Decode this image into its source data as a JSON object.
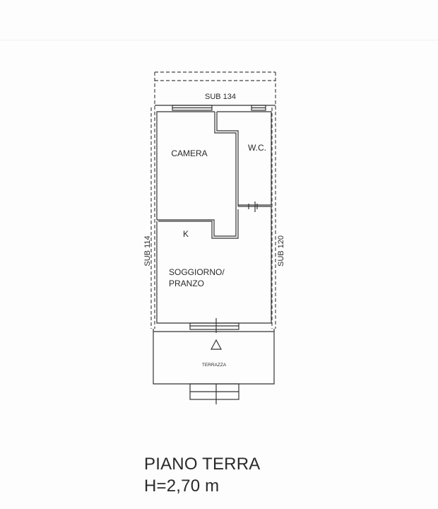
{
  "plan": {
    "top_neighbor": "SUB 134",
    "left_neighbor": "SUB 114",
    "right_neighbor": "SUB 120",
    "rooms": {
      "camera": "CAMERA",
      "wc": "W.C.",
      "kitchen": "K",
      "living_line1": "SOGGIORNO/",
      "living_line2": "PRANZO",
      "terrace": "TERRAZZA"
    },
    "entrance_symbol": "△"
  },
  "caption": {
    "floor": "PIANO TERRA",
    "height": "H=2,70 m"
  },
  "colors": {
    "line": "#333333",
    "background": "#fdfdfd"
  }
}
